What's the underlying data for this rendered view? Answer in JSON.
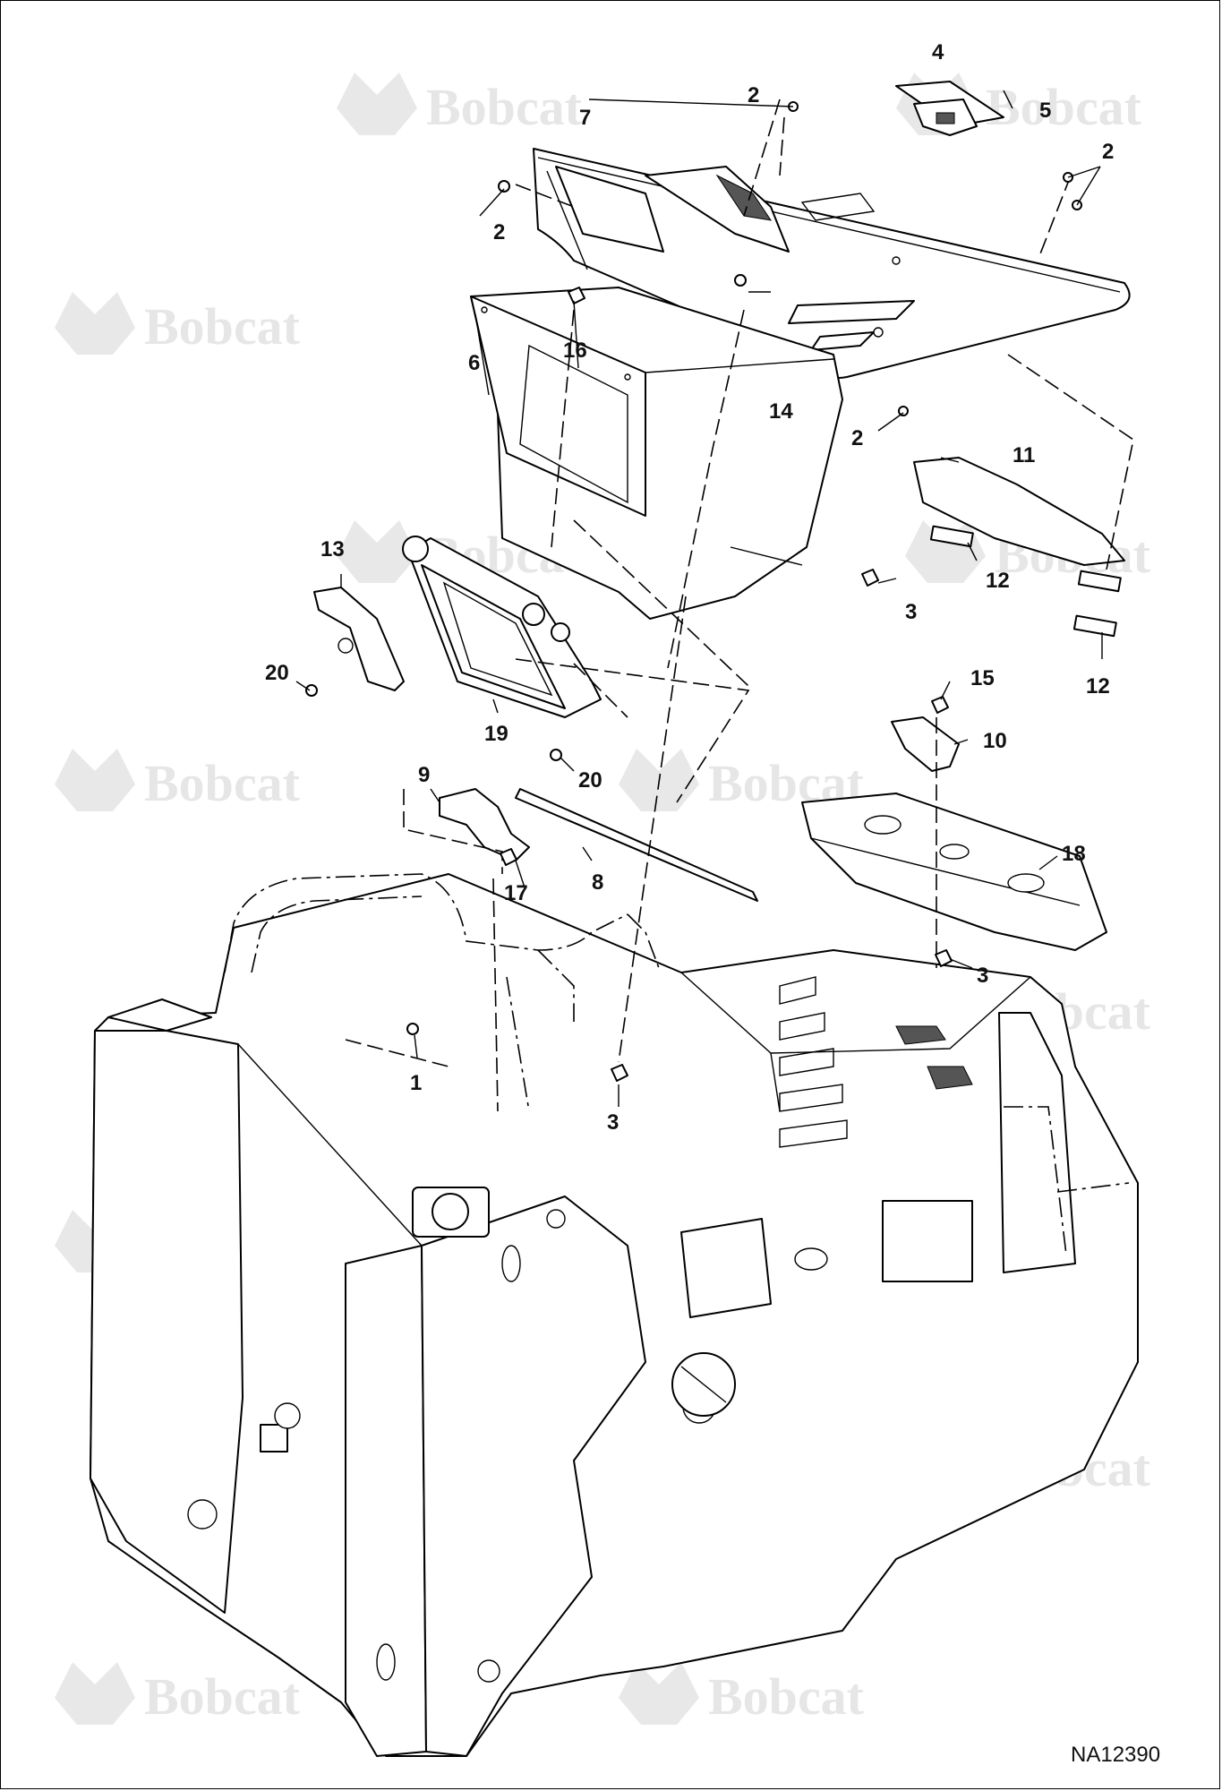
{
  "watermark": {
    "brand": "Bobcat",
    "positions_note": "repeated brand watermark"
  },
  "drawing_id": "NA12390",
  "callouts": [
    "1",
    "2",
    "3",
    "4",
    "5",
    "6",
    "7",
    "8",
    "9",
    "10",
    "11",
    "12",
    "13",
    "14",
    "15",
    "16",
    "17",
    "18",
    "19",
    "20"
  ]
}
